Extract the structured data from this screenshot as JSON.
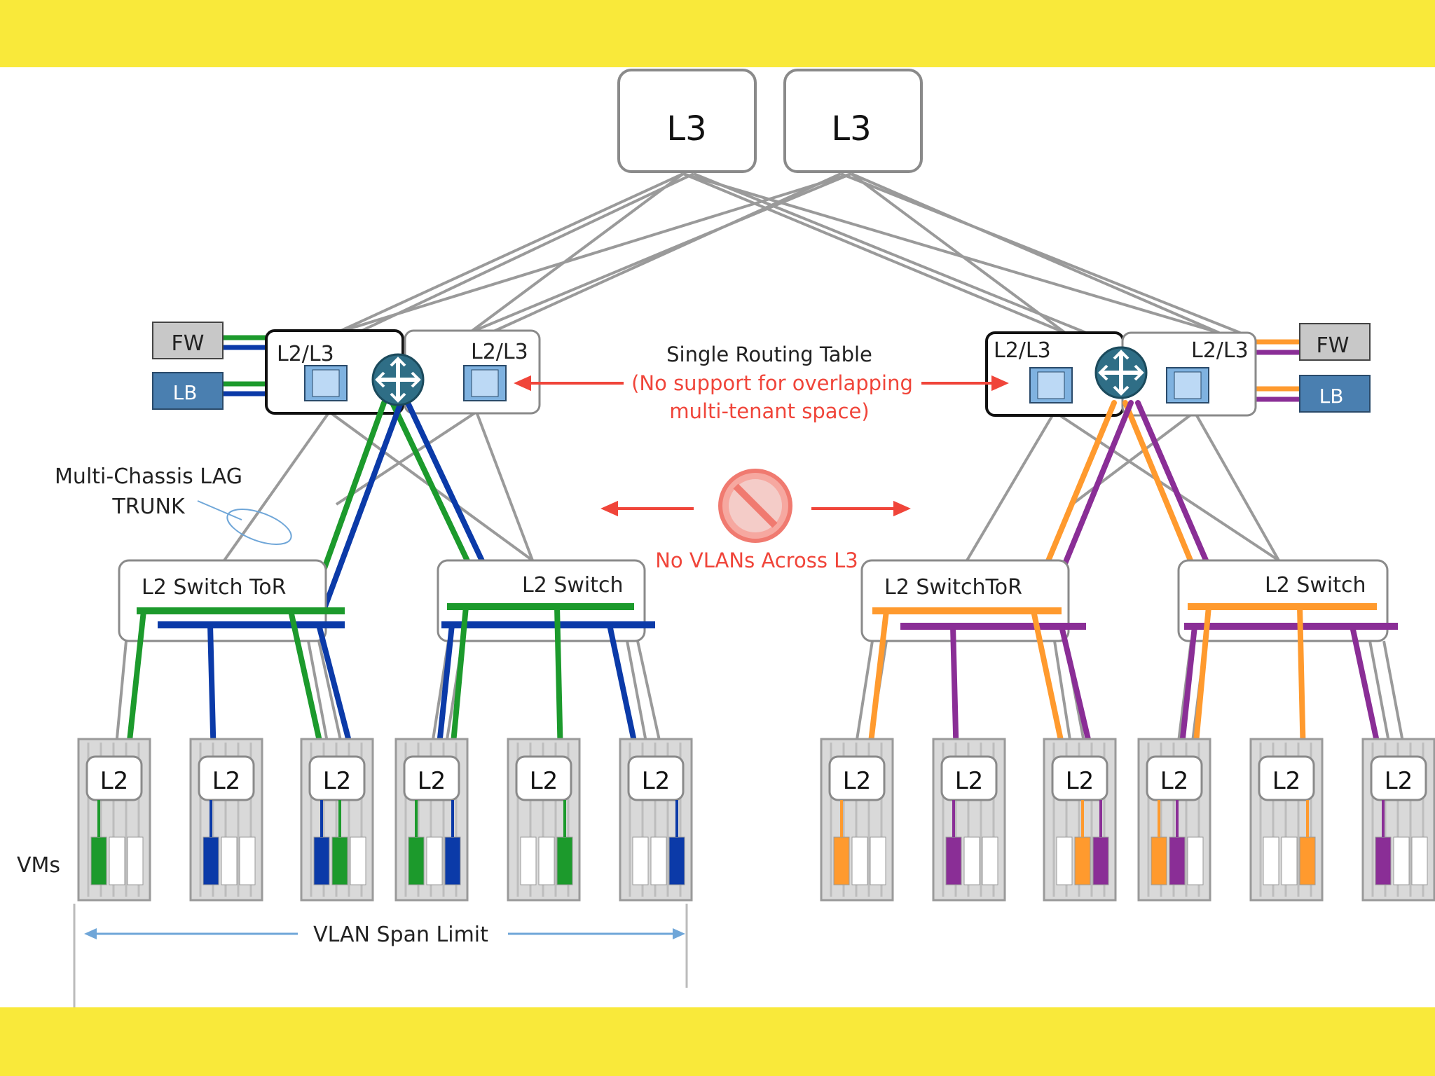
{
  "core": {
    "labels": [
      "L3",
      "L3"
    ]
  },
  "aggregation": {
    "label": "L2/L3"
  },
  "services": {
    "fw": "FW",
    "lb": "LB"
  },
  "access": {
    "tor_label": "L2 Switch  ToR",
    "tor_label_right": "L2 SwitchToR",
    "switch_label": "L2 Switch"
  },
  "servers": {
    "label": "L2"
  },
  "annotations": {
    "routing_title": "Single Routing Table",
    "routing_note_line1": "(No support for overlapping",
    "routing_note_line2": "multi-tenant space)",
    "mclag_line1": "Multi-Chassis LAG",
    "mclag_line2": "TRUNK",
    "no_vlans": "No VLANs Across L3",
    "vms": "VMs",
    "vlan_span": "VLAN Span Limit"
  },
  "colors": {
    "band": "#f9e93a",
    "green": "#1c9a2c",
    "blue": "#0b3aa8",
    "orange": "#ff9a2e",
    "purple": "#8a2e96",
    "red": "#f0453a",
    "gray": "#9a9a9a",
    "service_fw": "#c8c8c8",
    "service_lb": "#4a7fb0"
  },
  "icons": [
    "router-icon",
    "prohibited-icon",
    "chip-icon"
  ]
}
